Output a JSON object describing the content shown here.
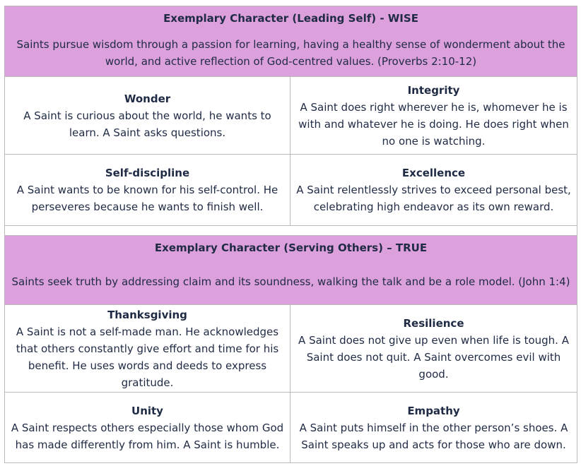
{
  "section_1": {
    "header": "Exemplary Character (Leading Self) - WISE",
    "description": "Saints pursue wisdom through a passion for learning, having a healthy sense of wonderment about the world, and active reflection of God-centred values. (Proverbs 2:10-12)",
    "traits": [
      {
        "title": "Wonder",
        "text": "A Saint is curious about the world, he wants to learn. A Saint asks questions."
      },
      {
        "title": "Integrity",
        "text": "A Saint does right wherever he is, whomever he is with and whatever he is doing. He does right when no one is watching."
      },
      {
        "title": "Self-discipline",
        "text": "A Saint wants to be known for his self-control. He perseveres because he wants to finish well."
      },
      {
        "title": "Excellence",
        "text": "A Saint relentlessly strives to exceed personal best, celebrating high endeavor as its own reward."
      }
    ]
  },
  "section_2": {
    "header": "Exemplary Character (Serving Others) – TRUE",
    "description": "Saints seek truth by addressing claim and its soundness, walking the talk and be a role model. (John 1:4)",
    "traits": [
      {
        "title": "Thanksgiving",
        "text": "A Saint is not a self-made man. He acknowledges that others constantly give effort and time for his benefit. He uses words and deeds to express gratitude."
      },
      {
        "title": "Resilience",
        "text": "A Saint does not give up even when life is tough. A Saint does not quit. A Saint overcomes evil with good."
      },
      {
        "title": "Unity",
        "text": "A Saint respects others especially those whom God has made differently from him. A Saint is humble."
      },
      {
        "title": "Empathy",
        "text": "A Saint puts himself in the other person’s shoes. A Saint speaks up and acts for those who are down."
      }
    ]
  }
}
